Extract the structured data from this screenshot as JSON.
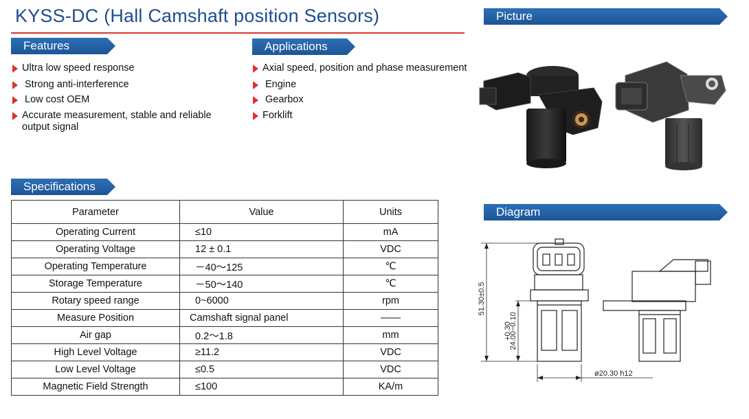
{
  "title": "KYSS-DC (Hall Camshaft position Sensors)",
  "sections": {
    "features": "Features",
    "applications": "Applications",
    "picture": "Picture",
    "specifications": "Specifications",
    "diagram": "Diagram"
  },
  "features": [
    "Ultra low speed response",
    "Strong anti-interference",
    "Low cost OEM",
    "Accurate measurement, stable and reliable",
    "output signal"
  ],
  "applications": [
    "Axial speed, position and phase measurement",
    "Engine",
    "Gearbox",
    "Forklift"
  ],
  "spec_table": {
    "headers": [
      "Parameter",
      "Value",
      "Units"
    ],
    "rows": [
      [
        "Operating Current",
        "≤10",
        "mA"
      ],
      [
        "Operating Voltage",
        "12 ± 0.1",
        "VDC"
      ],
      [
        "Operating Temperature",
        "－40～125",
        "℃"
      ],
      [
        "Storage Temperature",
        "－50～140",
        "℃"
      ],
      [
        "Rotary speed range",
        "0~6000",
        "rpm"
      ],
      [
        "Measure Position",
        "Camshaft signal panel",
        "——"
      ],
      [
        "Air gap",
        "0.2～1.8",
        "mm"
      ],
      [
        "High Level Voltage",
        "≥11.2",
        "VDC"
      ],
      [
        "Low Level Voltage",
        "≤0.5",
        "VDC"
      ],
      [
        "Magnetic Field Strength",
        "≤100",
        "KA/m"
      ]
    ]
  },
  "diagram": {
    "dim_height": "51.30±0.5",
    "dim_body_main": "24.00",
    "dim_body_tol_top": "+0.30",
    "dim_body_tol_bottom": "−0.10",
    "dim_diameter": "ø20.30  h12"
  },
  "colors": {
    "accent_blue": "#1f5aa0",
    "accent_red": "#d9342b"
  }
}
